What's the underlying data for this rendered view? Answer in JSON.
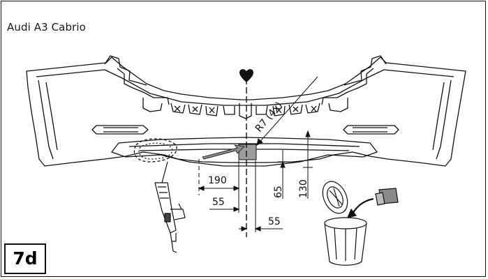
{
  "title": "Audi A3 Cabrio",
  "step": "7d",
  "dimensions": {
    "d190": "190",
    "d55_upper": "55",
    "d55_lower": "55",
    "d65": "65",
    "d130": "130",
    "radius": "R7 (4x)"
  },
  "colors": {
    "line": "#111111",
    "accent_gray": "#8a8a8a",
    "cut_fill": "#9c9c9c"
  },
  "icons": [
    "heart-center-marker-icon",
    "air-saw-tool-icon",
    "trash-bin-icon",
    "removed-piece-icon",
    "curved-arrow-icon"
  ]
}
